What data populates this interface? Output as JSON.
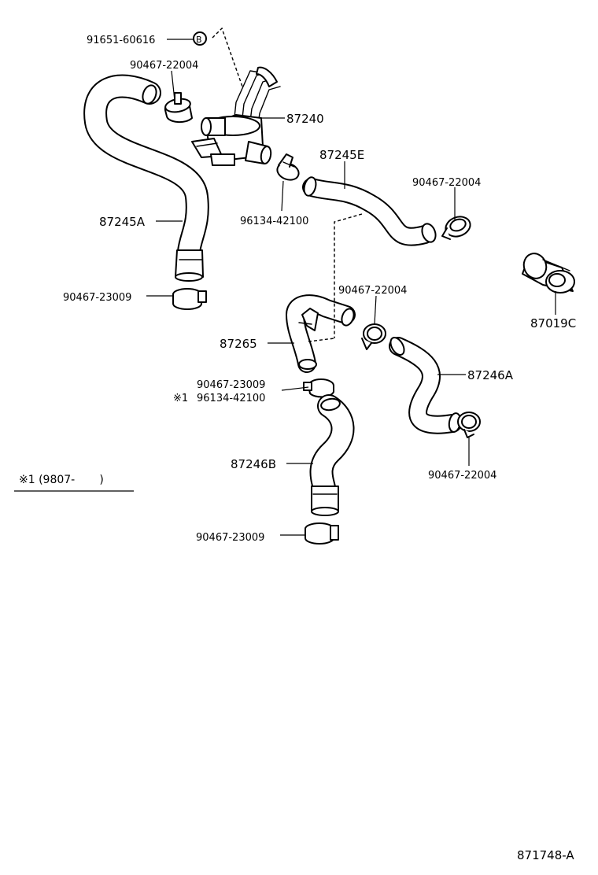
{
  "labels": {
    "bolt_91651": "91651-60616",
    "bolt_marker": "B",
    "clamp_top_left": "90467-22004",
    "valve_87240": "87240",
    "hose_87245E": "87245E",
    "clamp_96134_a": "96134-42100",
    "clamp_right_upper": "90467-22004",
    "hose_87245A": "87245A",
    "clamp_23009_a": "90467-23009",
    "part_87019C": "87019C",
    "clamp_mid": "90467-22004",
    "pipe_87265": "87265",
    "hose_87246A": "87246A",
    "clamp_23009_b": "90467-23009",
    "note_mark_1": "※1",
    "clamp_96134_b": "96134-42100",
    "clamp_right_lower": "90467-22004",
    "hose_87246B": "87246B",
    "clamp_23009_c": "90467-23009",
    "footnote": "※1 (9807-       )",
    "drawing_number": "871748-A"
  }
}
